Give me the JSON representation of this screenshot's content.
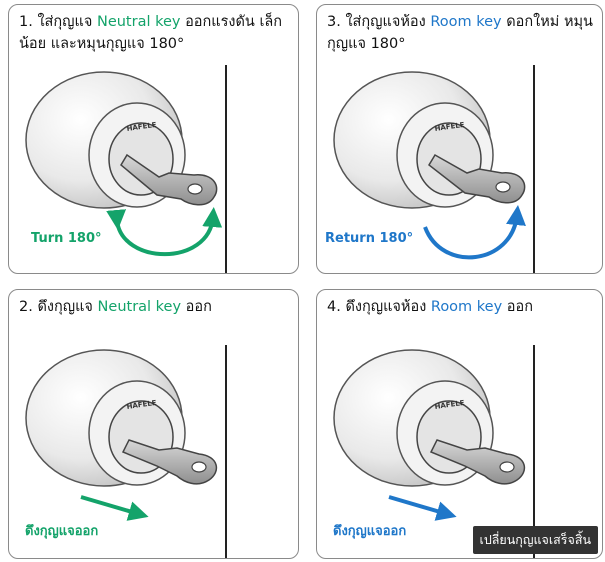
{
  "steps": [
    {
      "num": "1.",
      "text_before": "ใส่กุญแจ",
      "key_name": "Neutral key",
      "text_after": "ออกแรงดัน เล็กน้อย และหมุนกุญแจ 180°",
      "caption": "Turn 180°",
      "accent": "#14a36a"
    },
    {
      "num": "2.",
      "text_before": "ดึงกุญแจ",
      "key_name": "Neutral key",
      "text_after": "ออก",
      "caption": "ดึงกุญแจออก",
      "accent": "#14a36a"
    },
    {
      "num": "3.",
      "text_before": "ใส่กุญแจห้อง",
      "key_name": "Room key",
      "text_after": "ดอกใหม่ หมุนกุญแจ 180°",
      "caption": "Return 180°",
      "accent": "#1f77c9"
    },
    {
      "num": "4.",
      "text_before": "ดึงกุญแจห้อง",
      "key_name": "Room key",
      "text_after": "ออก",
      "caption": "ดึงกุญแจออก",
      "accent": "#1f77c9"
    }
  ],
  "cylinder_brand": "HAFELE",
  "completion_badge": "เปลี่ยนกุญแจเสร็จสิ้น",
  "icons": [
    "lock-cylinder-icon",
    "key-icon",
    "curved-arrow-icon",
    "straight-arrow-icon"
  ]
}
